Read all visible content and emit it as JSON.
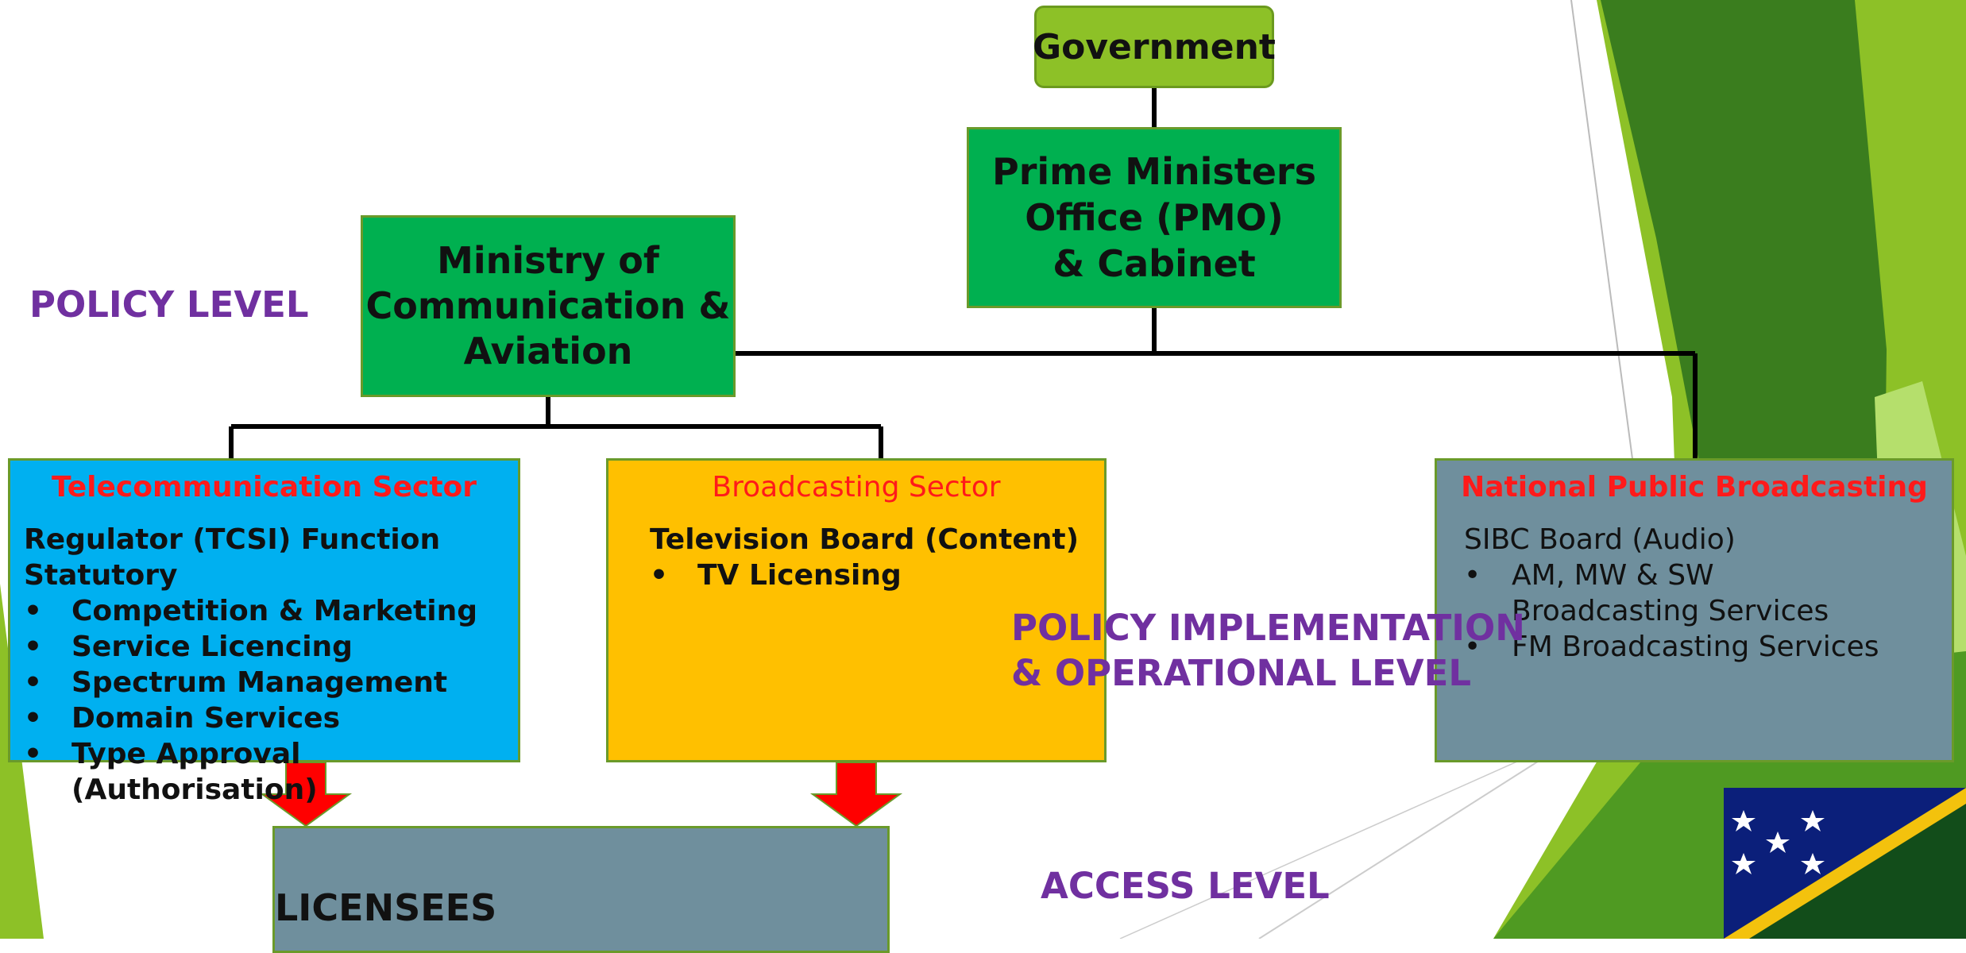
{
  "nodes": {
    "government": "Government",
    "pmo": [
      "Prime Ministers",
      "Office (PMO)",
      "& Cabinet"
    ],
    "ministry": [
      "Ministry of",
      "Communication &",
      "Aviation"
    ],
    "licensees": "LICENSEES"
  },
  "sectors": {
    "telecom": {
      "title": "Telecommunication Sector",
      "heading": "Regulator (TCSI) Function Statutory",
      "items": [
        "Competition & Marketing",
        "Service Licencing",
        "Spectrum Management",
        "Domain Services",
        "Type Approval (Authorisation)"
      ]
    },
    "broadcasting": {
      "title": "Broadcasting Sector",
      "heading": "Television Board (Content)",
      "items": [
        "TV Licensing"
      ]
    },
    "npb": {
      "title": "National Public Broadcasting",
      "heading": "SIBC Board (Audio)",
      "items": [
        "AM, MW & SW Broadcasting Services",
        "FM Broadcasting Services"
      ]
    }
  },
  "levels": {
    "policy": "POLICY LEVEL",
    "implementation": [
      "POLICY IMPLEMENTATION",
      "& OPERATIONAL LEVEL"
    ],
    "access": "ACCESS LEVEL"
  },
  "colors": {
    "government": "#8dc127",
    "ministry": "#00b050",
    "telecom": "#00b0f0",
    "broadcasting": "#ffc000",
    "npb": "#6f8f9d",
    "sector_title": "#ff1a1a",
    "level_text": "#7030a0",
    "arrow": "#ff0000"
  }
}
